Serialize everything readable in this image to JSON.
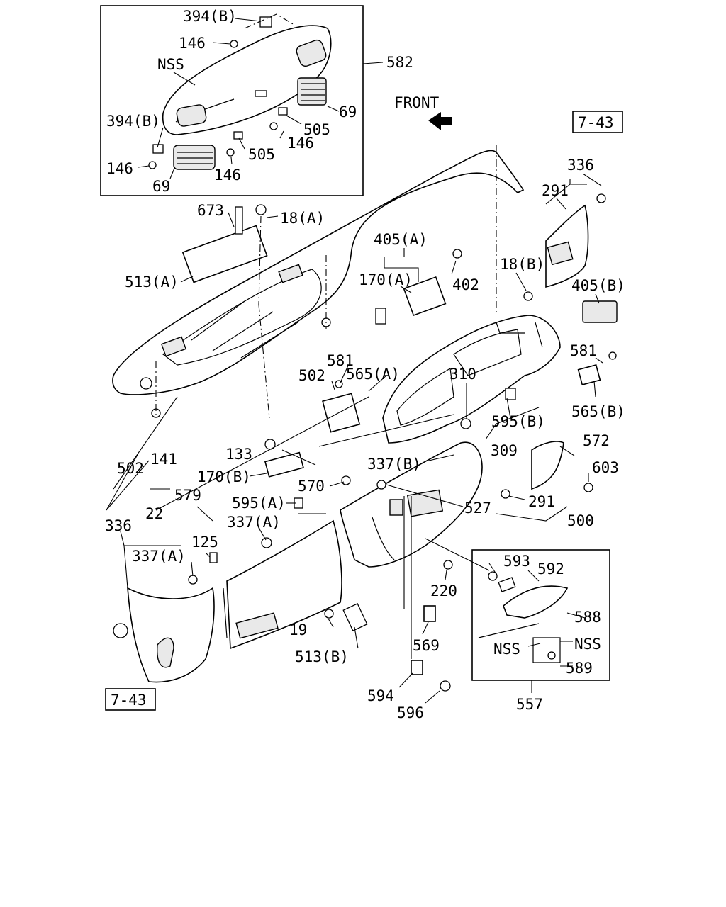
{
  "front_label": "FRONT",
  "ref_top": "7-43",
  "ref_bottom": "7-43",
  "labels": {
    "l394b_top": "394(B)",
    "l146_a": "146",
    "lnss_top": "NSS",
    "l582": "582",
    "l69_right": "69",
    "l394b_left": "394(B)",
    "l505_a": "505",
    "l146_b": "146",
    "l505_b": "505",
    "l146_c": "146",
    "l146_d": "146",
    "l69_left": "69",
    "l336_top": "336",
    "l291_top": "291",
    "l673": "673",
    "l18a": "18(A)",
    "l405a": "405(A)",
    "l170a": "170(A)",
    "l402": "402",
    "l18b": "18(B)",
    "l405b": "405(B)",
    "l513a": "513(A)",
    "l581_right": "581",
    "l581_left": "581",
    "l565a": "565(A)",
    "l502_a": "502",
    "l310": "310",
    "l565b": "565(B)",
    "l595b": "595(B)",
    "l309": "309",
    "l572": "572",
    "l133": "133",
    "l337b": "337(B)",
    "l603": "603",
    "l502_b": "502",
    "l141": "141",
    "l170b": "170(B)",
    "l570": "570",
    "l291_bottom": "291",
    "l579": "579",
    "l595a": "595(A)",
    "l527": "527",
    "l500": "500",
    "l22": "22",
    "l336_bottom": "336",
    "l337a_a": "337(A)",
    "l125": "125",
    "l337a_b": "337(A)",
    "l593": "593",
    "l592": "592",
    "l220": "220",
    "l588": "588",
    "l19": "19",
    "l569": "569",
    "lnss_a": "NSS",
    "lnss_b": "NSS",
    "l513b": "513(B)",
    "l589": "589",
    "l594": "594",
    "l596": "596",
    "l557": "557"
  }
}
